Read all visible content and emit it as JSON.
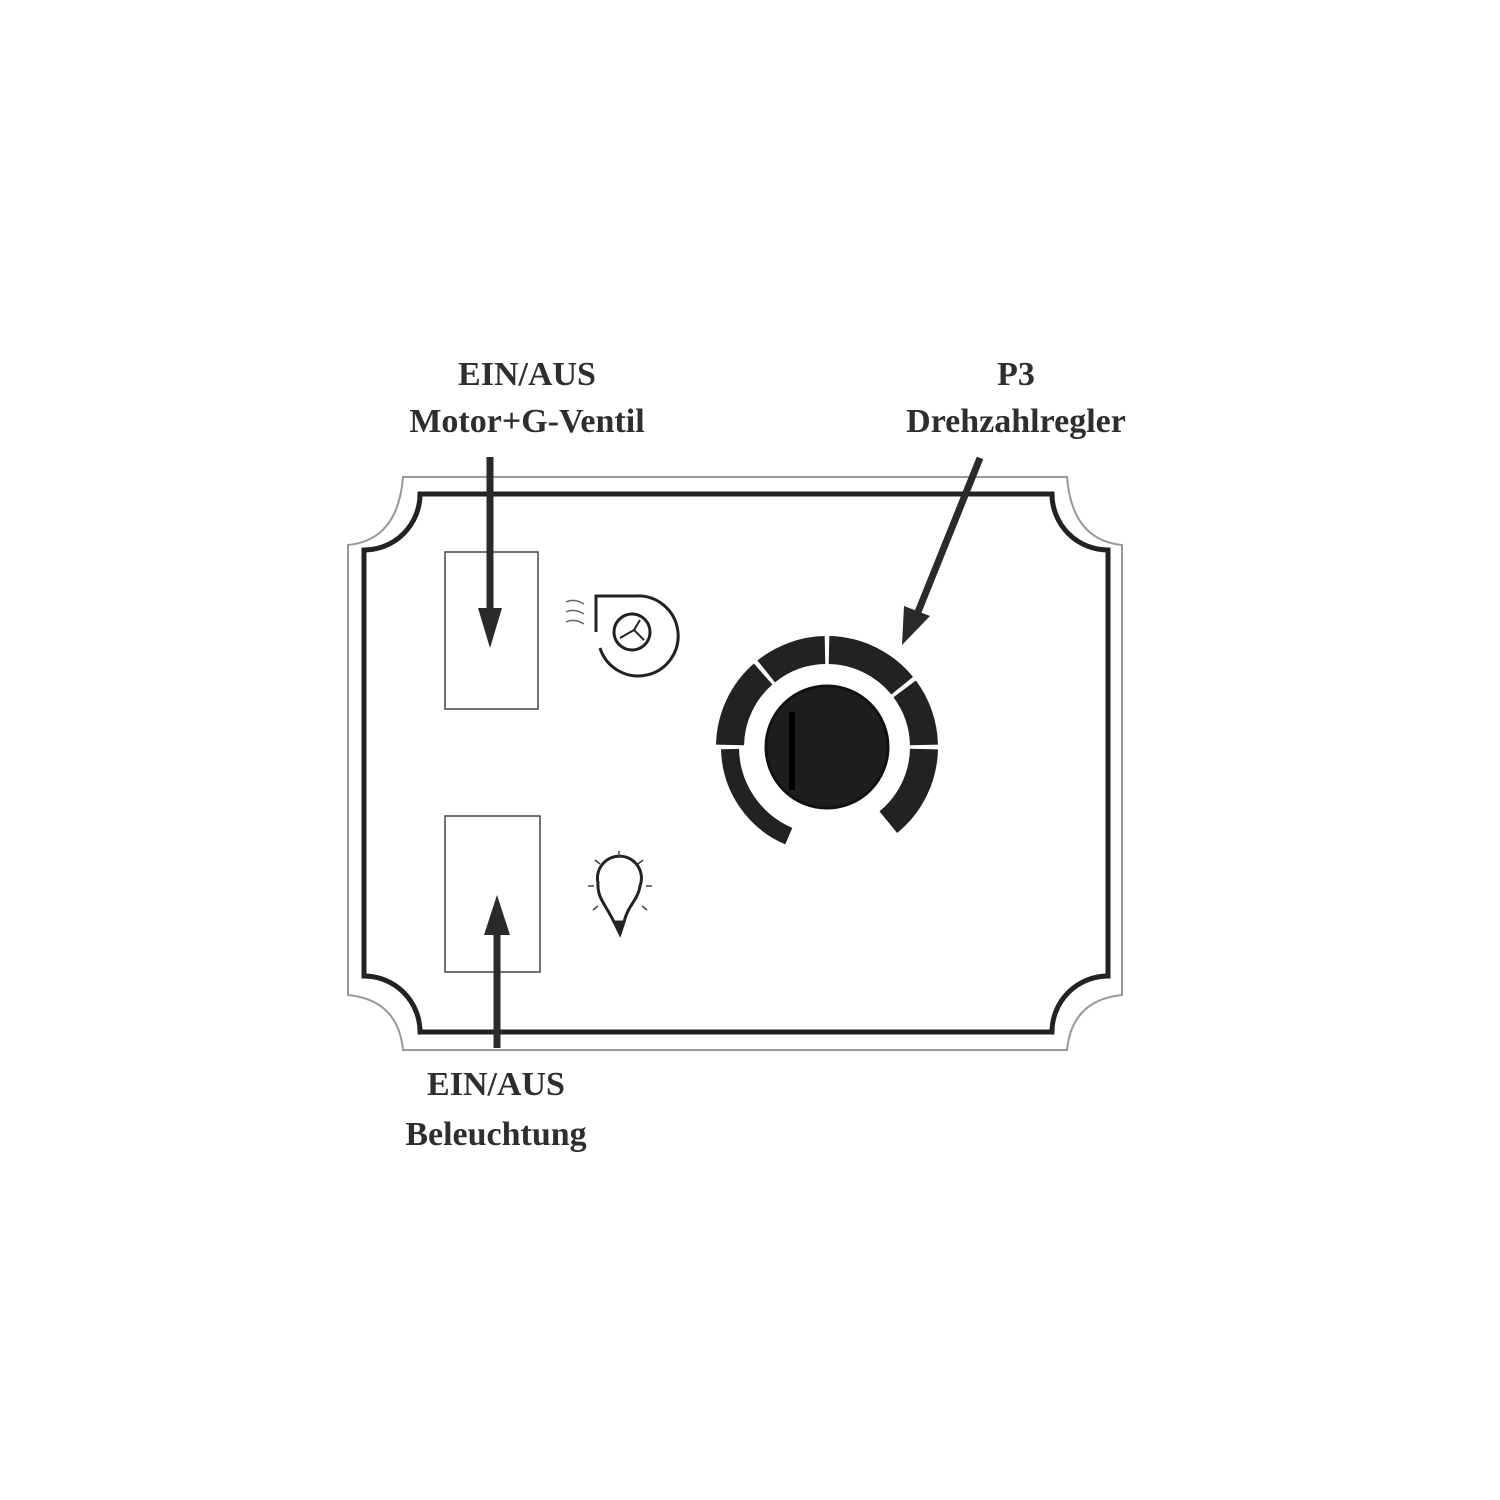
{
  "labels": {
    "motor_switch": {
      "line1": "EIN/AUS",
      "line2": "Motor+G-Ventil"
    },
    "speed_controller": {
      "line1": "P3",
      "line2": "Drehzahlregler"
    },
    "light_switch": {
      "line1": "EIN/AUS",
      "line2": "Beleuchtung"
    }
  },
  "icons": {
    "motor": "fan-blower-icon",
    "light": "light-bulb-icon"
  },
  "colors": {
    "ink": "#2a2a2a",
    "background": "#ffffff"
  }
}
